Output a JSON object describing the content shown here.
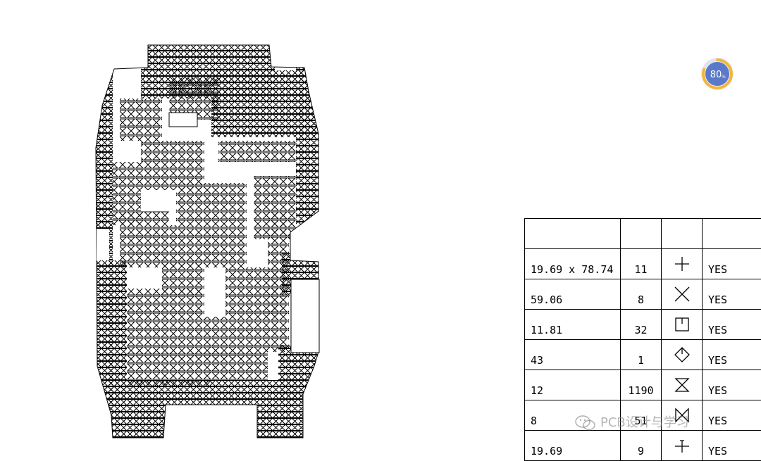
{
  "progress_badge": {
    "percent": 80,
    "label": "80",
    "unit": "%"
  },
  "watermark": {
    "text": "PCB设计与学习",
    "icon": "wechat-icon"
  },
  "drill_table": {
    "header": [
      "",
      "",
      "",
      ""
    ],
    "rows": [
      {
        "size": "19.69 x 78.74",
        "qty": "11",
        "symbol": "plus",
        "plated": "YES"
      },
      {
        "size": "59.06",
        "qty": "8",
        "symbol": "cross",
        "plated": "YES"
      },
      {
        "size": "11.81",
        "qty": "32",
        "symbol": "square-tick",
        "plated": "YES"
      },
      {
        "size": "43",
        "qty": "1",
        "symbol": "diamond-tick",
        "plated": "YES"
      },
      {
        "size": "12",
        "qty": "1190",
        "symbol": "hourglass",
        "plated": "YES"
      },
      {
        "size": "8",
        "qty": "51",
        "symbol": "bowtie",
        "plated": "YES"
      },
      {
        "size": "19.69",
        "qty": "9",
        "symbol": "plus-tick",
        "plated": "YES"
      }
    ]
  }
}
